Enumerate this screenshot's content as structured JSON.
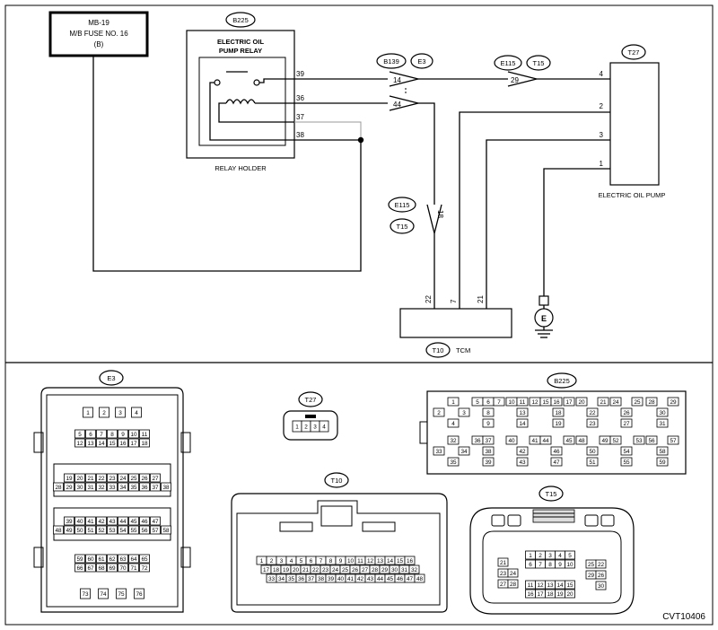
{
  "figure_id": "CVT10406",
  "fuse": {
    "lines": [
      "MB-19",
      "M/B FUSE NO. 16",
      "(B)"
    ]
  },
  "relay": {
    "connector": "B225",
    "title_lines": [
      "ELECTRIC OIL",
      "PUMP RELAY"
    ],
    "holder": "RELAY HOLDER",
    "pins": [
      "39",
      "36",
      "37",
      "38"
    ]
  },
  "joint": {
    "connectors": [
      "B139",
      "E3"
    ],
    "pins": [
      "14",
      "44"
    ]
  },
  "pump_conn": {
    "connectors": [
      "E115",
      "T15"
    ],
    "pin": "29"
  },
  "tcm_conn": {
    "connectors": [
      "E115",
      "T15"
    ],
    "pin": "18"
  },
  "pump": {
    "connector": "T27",
    "label": "ELECTRIC OIL PUMP",
    "pins": [
      "4",
      "2",
      "3",
      "1"
    ]
  },
  "tcm": {
    "connector": "T10",
    "label": "TCM",
    "pins": [
      "22",
      "7",
      "21"
    ]
  },
  "ground": {
    "label": "E"
  },
  "e3": {
    "name": "E3",
    "rows": [
      [
        "1",
        "2",
        "3",
        "4"
      ],
      [
        "5",
        "6",
        "7",
        "8",
        "9",
        "10",
        "11"
      ],
      [
        "12",
        "13",
        "14",
        "15",
        "16",
        "17",
        "18"
      ],
      [
        "19",
        "20",
        "21",
        "22",
        "23",
        "24",
        "25",
        "26",
        "27"
      ],
      [
        "28",
        "29",
        "30",
        "31",
        "32",
        "33",
        "34",
        "35",
        "36",
        "37",
        "38"
      ],
      [
        "39",
        "40",
        "41",
        "42",
        "43",
        "44",
        "45",
        "46",
        "47"
      ],
      [
        "48",
        "49",
        "50",
        "51",
        "52",
        "53",
        "54",
        "55",
        "56",
        "57",
        "58"
      ],
      [
        "59",
        "60",
        "61",
        "62",
        "63",
        "64",
        "65"
      ],
      [
        "66",
        "67",
        "68",
        "69",
        "70",
        "71",
        "72"
      ],
      [
        "73",
        "74",
        "75",
        "76"
      ]
    ]
  },
  "t27": {
    "name": "T27",
    "pins": [
      "1",
      "2",
      "3",
      "4"
    ]
  },
  "b225": {
    "name": "B225",
    "top_row": [
      "1",
      "5",
      "6",
      "7",
      "10",
      "11",
      "12",
      "15",
      "16",
      "17",
      "20",
      "21",
      "24",
      "25",
      "28",
      "29"
    ],
    "row2": [
      "2",
      "3",
      "8",
      "13",
      "18",
      "22",
      "26",
      "30"
    ],
    "row3": [
      "4",
      "9",
      "14",
      "19",
      "23",
      "27",
      "31"
    ],
    "bot_row1": [
      "32",
      "36",
      "37",
      "40",
      "41",
      "44",
      "45",
      "48",
      "49",
      "52",
      "53",
      "56",
      "57"
    ],
    "bot_row2": [
      "33",
      "34",
      "38",
      "42",
      "46",
      "50",
      "54",
      "58"
    ],
    "bot_row3": [
      "35",
      "39",
      "43",
      "47",
      "51",
      "55",
      "59"
    ]
  },
  "t10": {
    "name": "T10",
    "rows": [
      [
        "1",
        "2",
        "3",
        "4",
        "5",
        "6",
        "7",
        "8",
        "9",
        "10",
        "11",
        "12",
        "13",
        "14",
        "15",
        "16"
      ],
      [
        "17",
        "18",
        "19",
        "20",
        "21",
        "22",
        "23",
        "24",
        "25",
        "26",
        "27",
        "28",
        "29",
        "30",
        "31",
        "32"
      ],
      [
        "33",
        "34",
        "35",
        "36",
        "37",
        "38",
        "39",
        "40",
        "41",
        "42",
        "43",
        "44",
        "45",
        "46",
        "47",
        "48"
      ]
    ]
  },
  "t15": {
    "name": "T15",
    "top1": [
      "1",
      "2",
      "3",
      "4",
      "5"
    ],
    "top2": [
      "6",
      "7",
      "8",
      "9",
      "10"
    ],
    "left1": [
      "21"
    ],
    "left2": [
      "23",
      "24"
    ],
    "left3": [
      "27",
      "28"
    ],
    "right1": [
      "25",
      "22"
    ],
    "right2": [
      "29",
      "26"
    ],
    "right3": [
      "30"
    ],
    "bot1": [
      "11",
      "12",
      "13",
      "14",
      "15"
    ],
    "bot2": [
      "16",
      "17",
      "18",
      "19",
      "20"
    ]
  }
}
